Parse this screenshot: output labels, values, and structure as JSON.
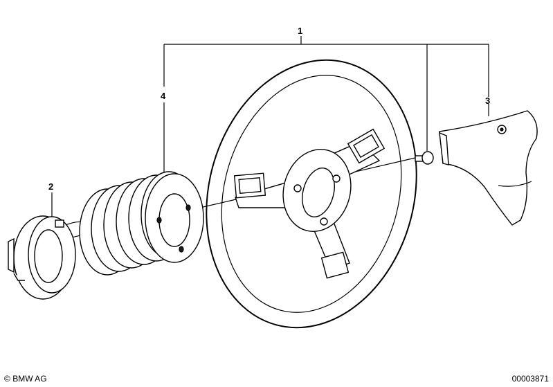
{
  "callouts": {
    "c1": "1",
    "c2": "2",
    "c3": "3",
    "c4": "4"
  },
  "footer": {
    "copyright": "BMW AG",
    "copyright_symbol": "©",
    "diagram_number": "00003871"
  },
  "parts": [
    "steering-wheel",
    "contact-ring",
    "hub-cover",
    "bellows-hub",
    "screw"
  ]
}
